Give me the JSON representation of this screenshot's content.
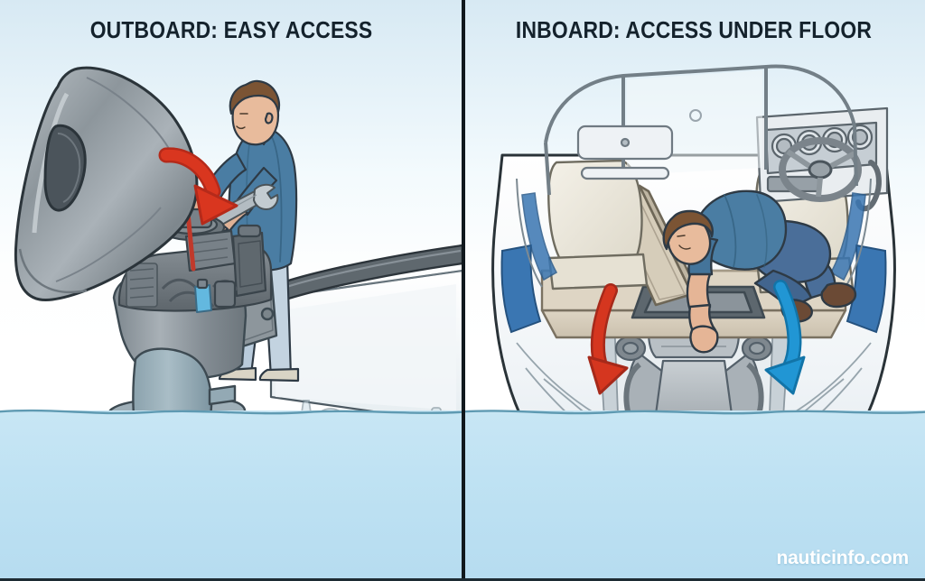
{
  "meta": {
    "watermark": "nauticinfo.com",
    "background_top_color": "#d7e9f3",
    "water_color": "#bfe2f3",
    "divider_color": "#10181d"
  },
  "panels": [
    {
      "id": "outboard",
      "title": "OUTBOARD: EASY ACCESS",
      "title_color": "#14222c",
      "arrow": {
        "name": "red-down-arrow",
        "color": "#d32f1f",
        "meaning": "lift cowling off to expose engine"
      },
      "elements": [
        {
          "name": "outboard-cowling",
          "label": "Outboard engine cowling (tilted open)",
          "color": "#9aa3a9"
        },
        {
          "name": "outboard-powerhead",
          "label": "Exposed powerhead / engine block",
          "color": "#6f777d"
        },
        {
          "name": "outboard-midsection",
          "label": "Outboard midsection and transom bracket",
          "color": "#8e979d"
        },
        {
          "name": "outboard-lower-unit",
          "label": "Lower unit / gearcase under water",
          "color": "#8fa7b2"
        },
        {
          "name": "propeller",
          "label": "Propeller",
          "color": "#9db3be"
        },
        {
          "name": "technician",
          "label": "Technician standing at transom with wrench",
          "shirt_color": "#4a7da3",
          "trouser_color": "#b9cbdb"
        },
        {
          "name": "wrench-tool",
          "label": "Open-end wrench",
          "color": "#9aa3aa"
        },
        {
          "name": "boat-transom",
          "label": "Boat transom and gunwale rail",
          "color": "#eef3f6"
        },
        {
          "name": "waterline",
          "label": "Waterline",
          "color": "#5a93ab"
        }
      ]
    },
    {
      "id": "inboard",
      "title": "INBOARD: ACCESS UNDER FLOOR",
      "title_color": "#14222c",
      "arrows": [
        {
          "name": "red-curved-arrow",
          "color": "#d32f1f",
          "meaning": "access path down into bilge, port side"
        },
        {
          "name": "blue-curved-arrow",
          "color": "#2196d4",
          "meaning": "access path down into bilge, starboard side"
        }
      ],
      "elements": [
        {
          "name": "boat-hull",
          "label": "Bowrider hull, stern view",
          "color": "#f3f6f8"
        },
        {
          "name": "hull-blue-stripe",
          "label": "Blue hull accent stripe",
          "color": "#3a76b2"
        },
        {
          "name": "windshield-frame",
          "label": "Windshield and frame",
          "color": "#c9d3d9"
        },
        {
          "name": "helm-seat",
          "label": "Helm seat",
          "color": "#eae7dd"
        },
        {
          "name": "passenger-seat",
          "label": "Passenger seat",
          "color": "#eae7dd"
        },
        {
          "name": "steering-wheel",
          "label": "Steering wheel",
          "color": "#8c949a"
        },
        {
          "name": "dashboard-gauges",
          "label": "Dashboard instrument gauges",
          "color": "#9aa3aa"
        },
        {
          "name": "cockpit-floor",
          "label": "Cockpit floor / deck",
          "color": "#d8cfc0"
        },
        {
          "name": "engine-hatch-lid",
          "label": "Open engine hatch lid",
          "color": "#cfc6b4"
        },
        {
          "name": "hatch-opening",
          "label": "Engine hatch opening",
          "color": "#6d777e"
        },
        {
          "name": "inboard-engine",
          "label": "Inboard V-drive engine in bilge",
          "color": "#b6bcc1"
        },
        {
          "name": "transmission",
          "label": "Transmission / coupler",
          "color": "#a8b2b9"
        },
        {
          "name": "technician-kneeling",
          "label": "Technician kneeling, reaching into bilge",
          "shirt_color": "#4a7da3",
          "trouser_color": "#4a6e99"
        },
        {
          "name": "drain-plug",
          "label": "Transom drain plug",
          "color": "#9aa3aa"
        },
        {
          "name": "waterline",
          "label": "Waterline",
          "color": "#5a93ab"
        }
      ]
    }
  ]
}
